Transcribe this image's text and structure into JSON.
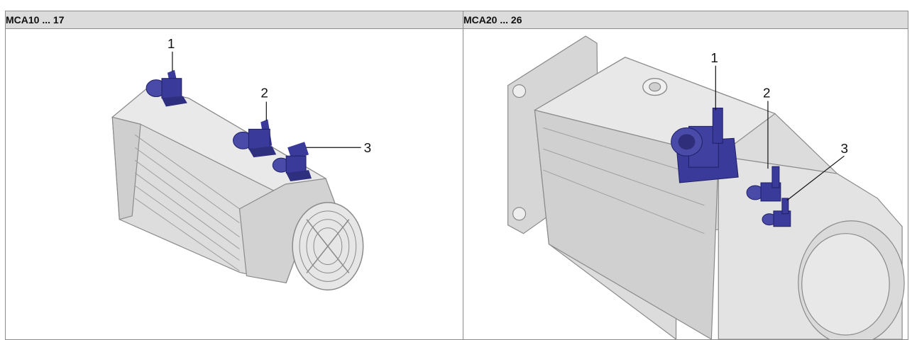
{
  "caption": "",
  "table": {
    "headers": [
      "MCA10 ... 17",
      "MCA20 ... 26"
    ]
  },
  "left_figure": {
    "callouts": [
      "1",
      "2",
      "3"
    ],
    "colors": {
      "connector": "#3a3a9a",
      "body": "#d9d9d9",
      "outline": "#8a8a8a"
    }
  },
  "right_figure": {
    "callouts": [
      "1",
      "2",
      "3"
    ],
    "colors": {
      "connector": "#3a3a9a",
      "body": "#d9d9d9",
      "outline": "#8a8a8a"
    }
  }
}
